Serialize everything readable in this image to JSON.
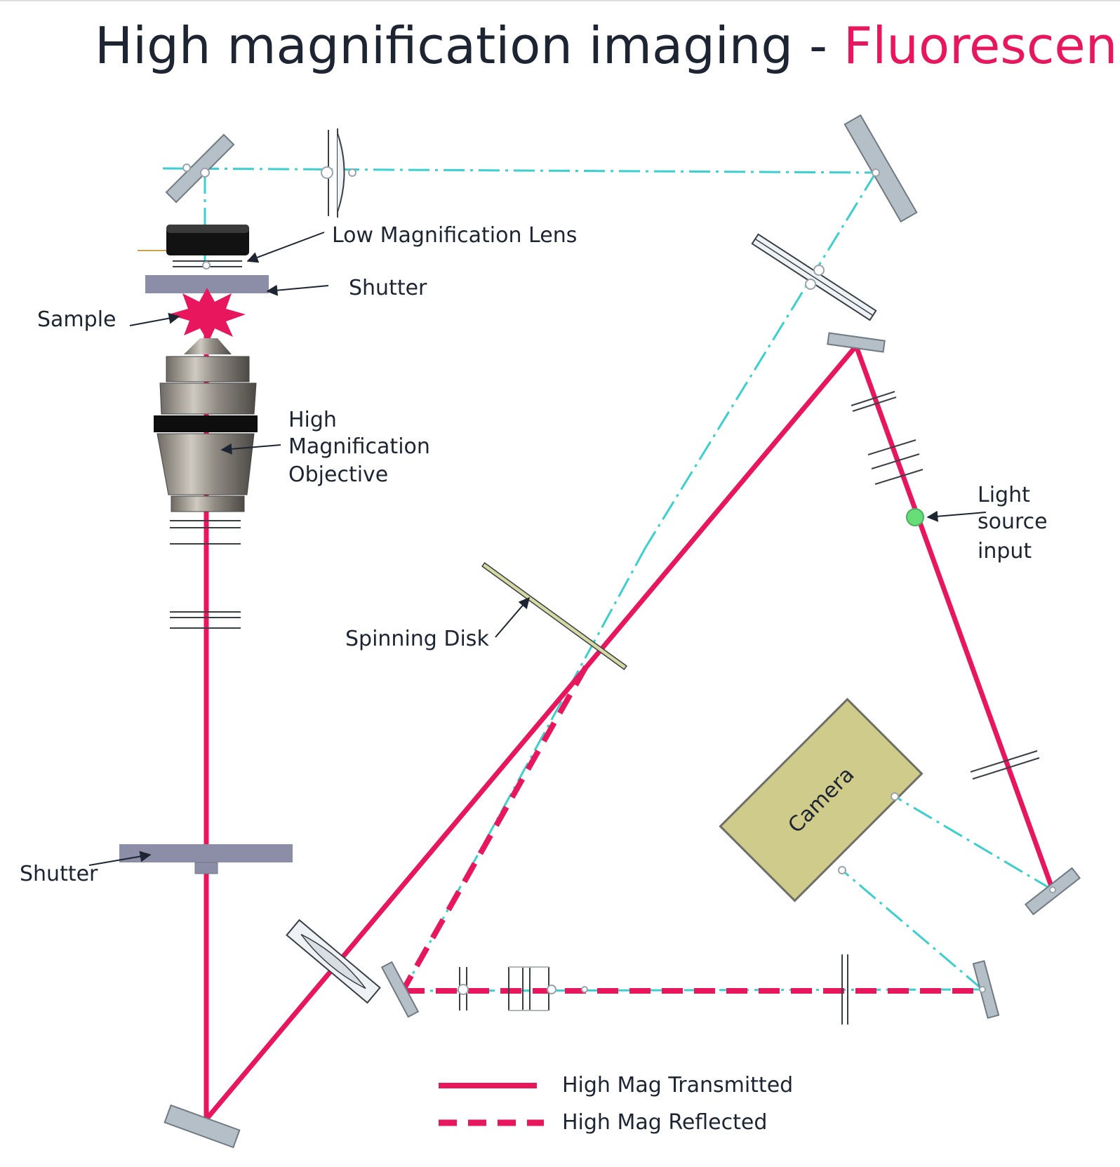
{
  "title": {
    "main": "High magnification imaging - ",
    "accent": "Fluorescence"
  },
  "labels": {
    "low_mag_lens": "Low Magnification Lens",
    "shutter_top": "Shutter",
    "sample": "Sample",
    "objective": [
      "High",
      "Magnification",
      "Objective"
    ],
    "spinning_disk": "Spinning Disk",
    "light_source": [
      "Light",
      "source",
      "input"
    ],
    "camera": "Camera",
    "shutter_bottom": "Shutter"
  },
  "legend": {
    "transmitted": "High Mag Transmitted",
    "reflected": "High Mag Reflected"
  },
  "colors": {
    "beam": "#e8175d",
    "dash_dot": "#3ccfcf",
    "mirror": "#b5bfc7",
    "mirror_edge": "#6f7a82",
    "shutter": "#8c8ea8",
    "camera_fill": "#cfcb8a",
    "camera_edge": "#6d6f66",
    "light_source": "#66dd77",
    "text": "#1e2532"
  }
}
